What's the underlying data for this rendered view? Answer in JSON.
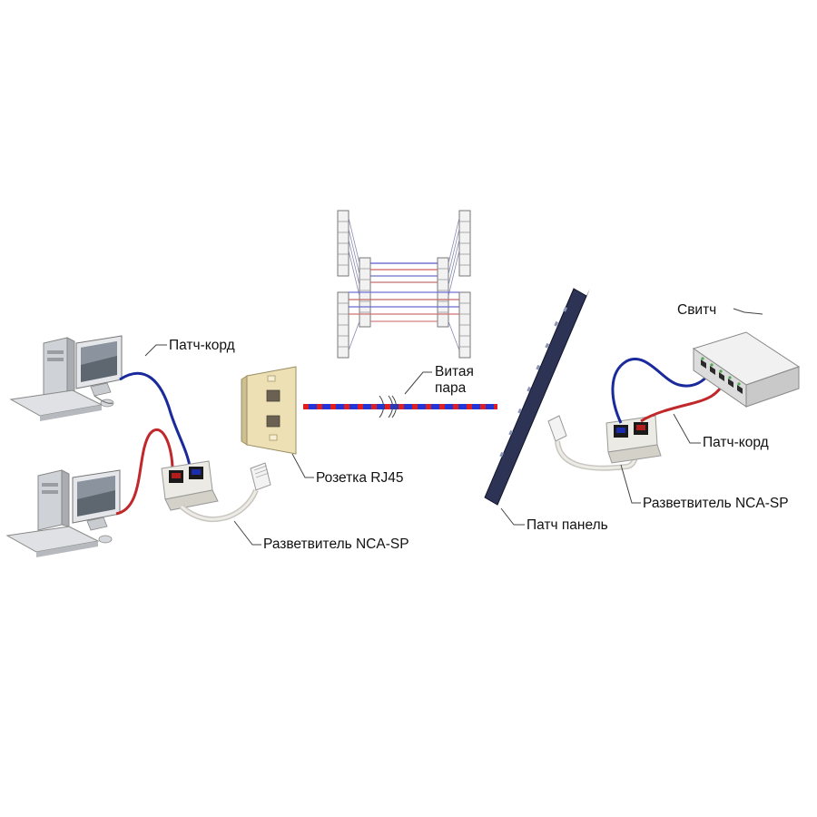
{
  "labels": {
    "patch_cord_left": "Патч-корд",
    "twisted_pair_line1": "Витая",
    "twisted_pair_line2": "пара",
    "switch": "Свитч",
    "rj45_socket": "Розетка RJ45",
    "splitter_left": "Разветвитель NCA-SP",
    "patch_panel": "Патч панель",
    "patch_cord_right": "Патч-корд",
    "splitter_right": "Разветвитель NCA-SP"
  },
  "colors": {
    "cable_blue": "#1a2a9c",
    "cable_red": "#c0282c",
    "twisted_pair_blue": "#2435d8",
    "twisted_pair_red": "#e02020",
    "wall_plate": "#ece0b4",
    "patch_panel": "#2c3354",
    "leader_line": "#444444"
  }
}
